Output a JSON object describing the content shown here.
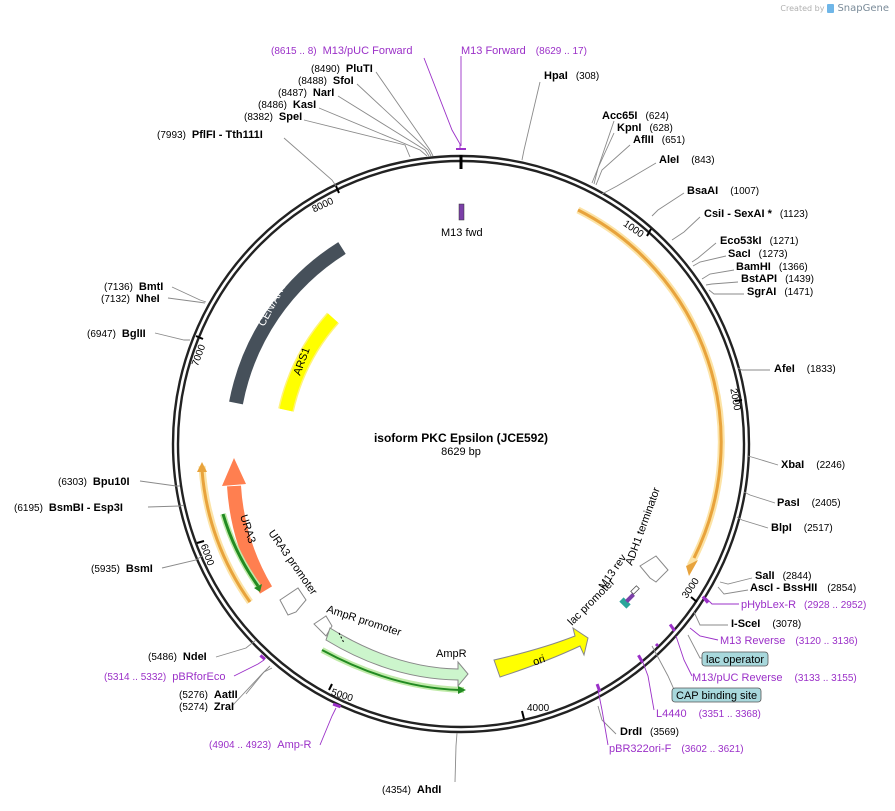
{
  "credit": {
    "prefix": "Created by",
    "brand": "SnapGene",
    "icon": "snapgene-logo-icon"
  },
  "plasmid": {
    "name": "isoform PKC Epsilon (JCE592)",
    "size_label": "8629 bp",
    "length": 8629
  },
  "ruler_ticks": [
    "1000",
    "2000",
    "3000",
    "4000",
    "5000",
    "6000",
    "7000",
    "8000"
  ],
  "enzymes": [
    {
      "name": "PluTI",
      "pos": "(8490)"
    },
    {
      "name": "SfoI",
      "pos": "(8488)"
    },
    {
      "name": "NarI",
      "pos": "(8487)"
    },
    {
      "name": "KasI",
      "pos": "(8486)"
    },
    {
      "name": "SpeI",
      "pos": "(8382)"
    },
    {
      "name": "PflFI - Tth111I",
      "pos": "(7993)"
    },
    {
      "name": "HpaI",
      "pos": "(308)"
    },
    {
      "name": "Acc65I",
      "pos": "(624)"
    },
    {
      "name": "KpnI",
      "pos": "(628)"
    },
    {
      "name": "AflII",
      "pos": "(651)"
    },
    {
      "name": "AleI",
      "pos": "(843)"
    },
    {
      "name": "BsaAI",
      "pos": "(1007)"
    },
    {
      "name": "CsiI - SexAI *",
      "pos": "(1123)"
    },
    {
      "name": "Eco53kI",
      "pos": "(1271)"
    },
    {
      "name": "SacI",
      "pos": "(1273)"
    },
    {
      "name": "BamHI",
      "pos": "(1366)"
    },
    {
      "name": "BstAPI",
      "pos": "(1439)"
    },
    {
      "name": "SgrAI",
      "pos": "(1471)"
    },
    {
      "name": "AfeI",
      "pos": "(1833)"
    },
    {
      "name": "XbaI",
      "pos": "(2246)"
    },
    {
      "name": "PasI",
      "pos": "(2405)"
    },
    {
      "name": "BlpI",
      "pos": "(2517)"
    },
    {
      "name": "SalI",
      "pos": "(2844)"
    },
    {
      "name": "AscI - BssHII",
      "pos": "(2854)"
    },
    {
      "name": "I-SceI",
      "pos": "(3078)"
    },
    {
      "name": "DrdI",
      "pos": "(3569)"
    },
    {
      "name": "AhdI",
      "pos": "(4354)"
    },
    {
      "name": "ZraI",
      "pos": "(5274)"
    },
    {
      "name": "AatII",
      "pos": "(5276)"
    },
    {
      "name": "NdeI",
      "pos": "(5486)"
    },
    {
      "name": "BsmI",
      "pos": "(5935)"
    },
    {
      "name": "BsmBI - Esp3I",
      "pos": "(6195)"
    },
    {
      "name": "Bpu10I",
      "pos": "(6303)"
    },
    {
      "name": "BglII",
      "pos": "(6947)"
    },
    {
      "name": "NheI",
      "pos": "(7132)"
    },
    {
      "name": "BmtI",
      "pos": "(7136)"
    }
  ],
  "primers": [
    {
      "name": "M13/pUC Forward",
      "pos": "(8615 .. 8)"
    },
    {
      "name": "M13 Forward",
      "pos": "(8629 .. 17)"
    },
    {
      "name": "pHybLex-R",
      "pos": "(2928 .. 2952)"
    },
    {
      "name": "M13 Reverse",
      "pos": "(3120 .. 3136)"
    },
    {
      "name": "M13/pUC Reverse",
      "pos": "(3133 .. 3155)"
    },
    {
      "name": "L4440",
      "pos": "(3351 .. 3368)"
    },
    {
      "name": "pBR322ori-F",
      "pos": "(3602 .. 3621)"
    },
    {
      "name": "Amp-R",
      "pos": "(4904 .. 4923)"
    },
    {
      "name": "pBRforEco",
      "pos": "(5314 .. 5332)"
    }
  ],
  "boxed_features": [
    {
      "name": "lac operator",
      "color": "#a8d8dc"
    },
    {
      "name": "CAP binding site",
      "color": "#a8d8dc"
    }
  ],
  "features": {
    "m13fwd": "M13 fwd",
    "cenars": "CEN/ARS",
    "ars1": "ARS1",
    "ura3": "URA3",
    "ura3_promoter": "URA3 promoter",
    "ampr_promoter": "AmpR promoter",
    "ampr": "AmpR",
    "ori": "ori",
    "lac_promoter": "lac promoter",
    "m13rev": "M13 rev",
    "adh1": "ADH1 terminator"
  },
  "colors": {
    "primer": "#9b30c8",
    "cenars": "#46505a",
    "ars1": "#ffff00",
    "ura3": "#ff7f50",
    "ampr": "#ccf5cc",
    "ori": "#ffff00",
    "orf": "#e8a33c",
    "orf_green": "#228b22",
    "backbone": "#222222"
  }
}
